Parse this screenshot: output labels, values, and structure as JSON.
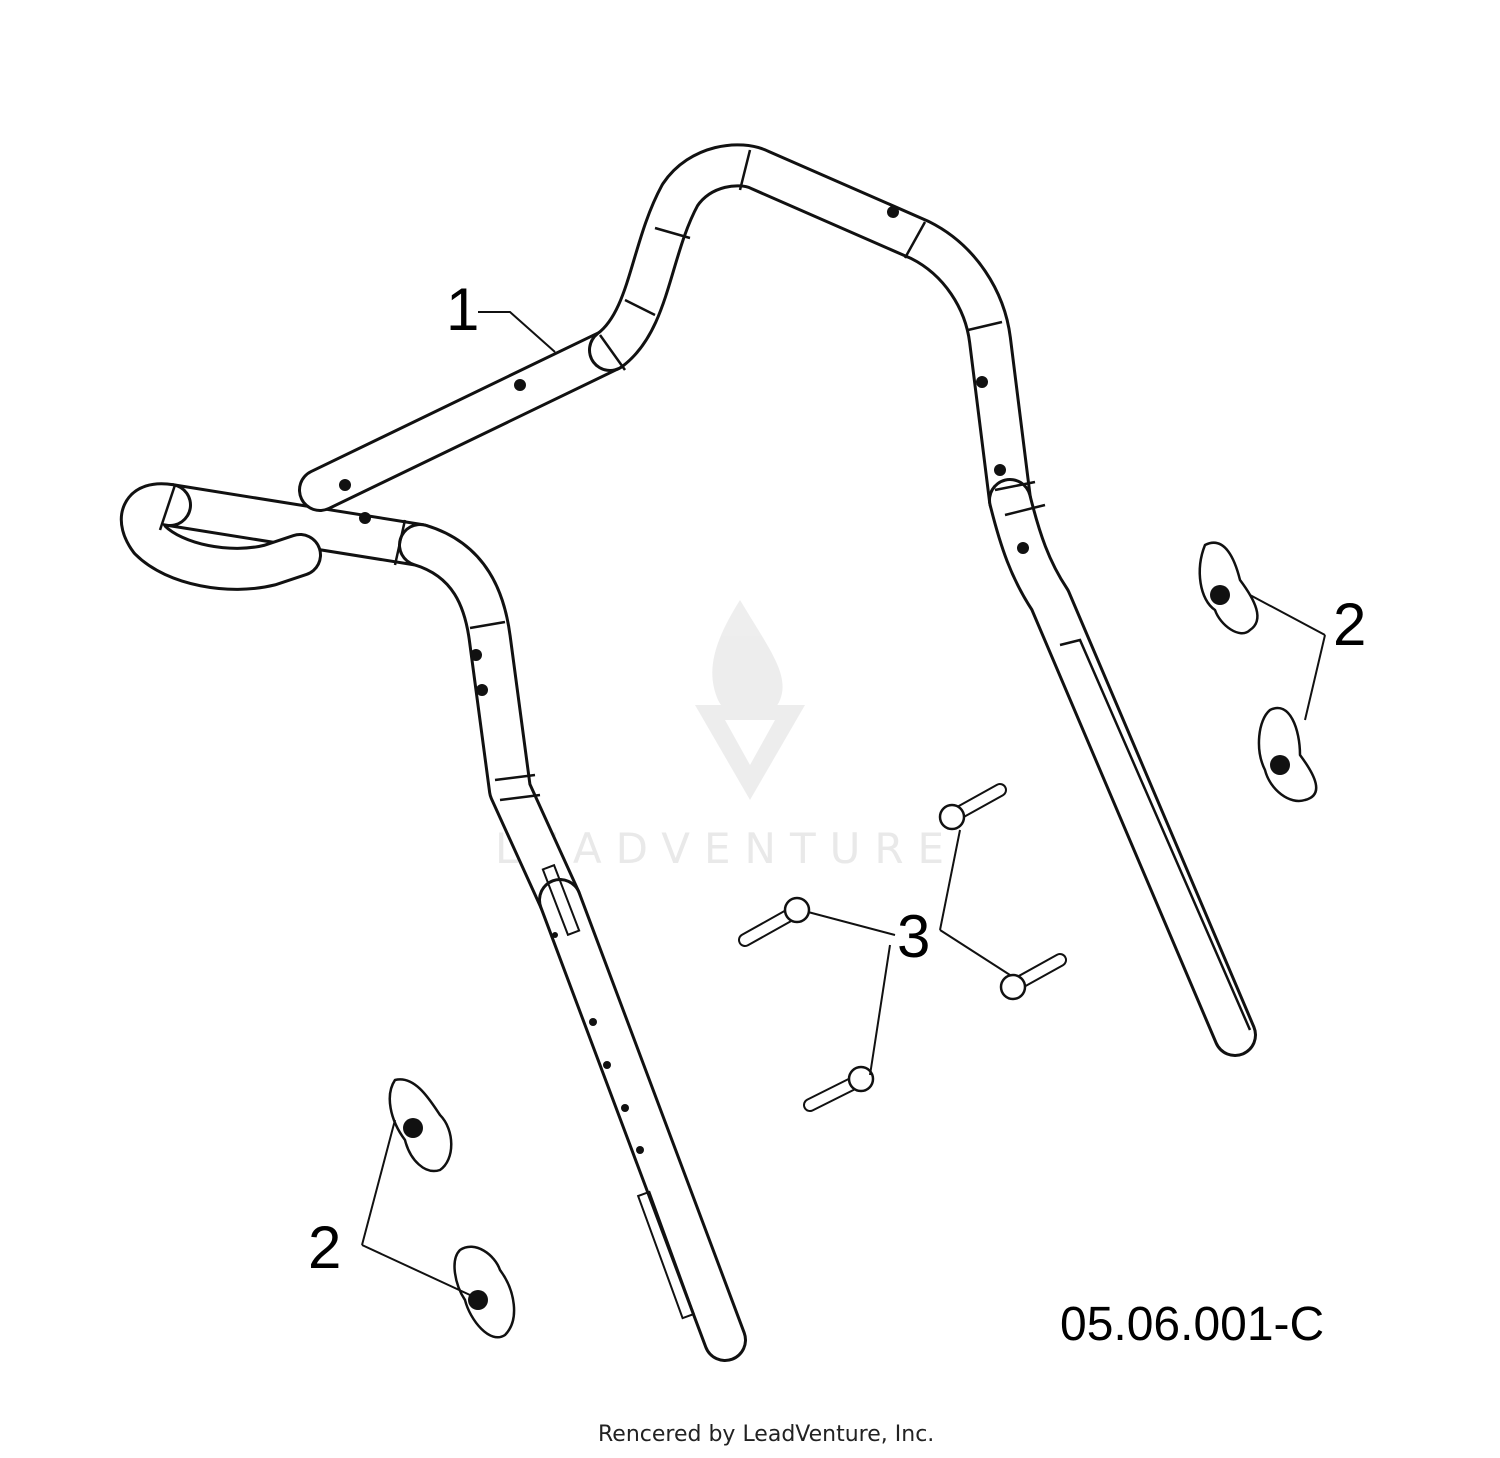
{
  "callouts": {
    "handle": "1",
    "knob_right": "2",
    "knob_left": "2",
    "bolts": "3"
  },
  "figure_ref": "05.06.001-C",
  "credit": "Rencered by LeadVenture, Inc.",
  "watermark": "LEADVENTURE",
  "colors": {
    "line": "#111111",
    "background": "#ffffff",
    "watermark": "#e9e9e9"
  }
}
